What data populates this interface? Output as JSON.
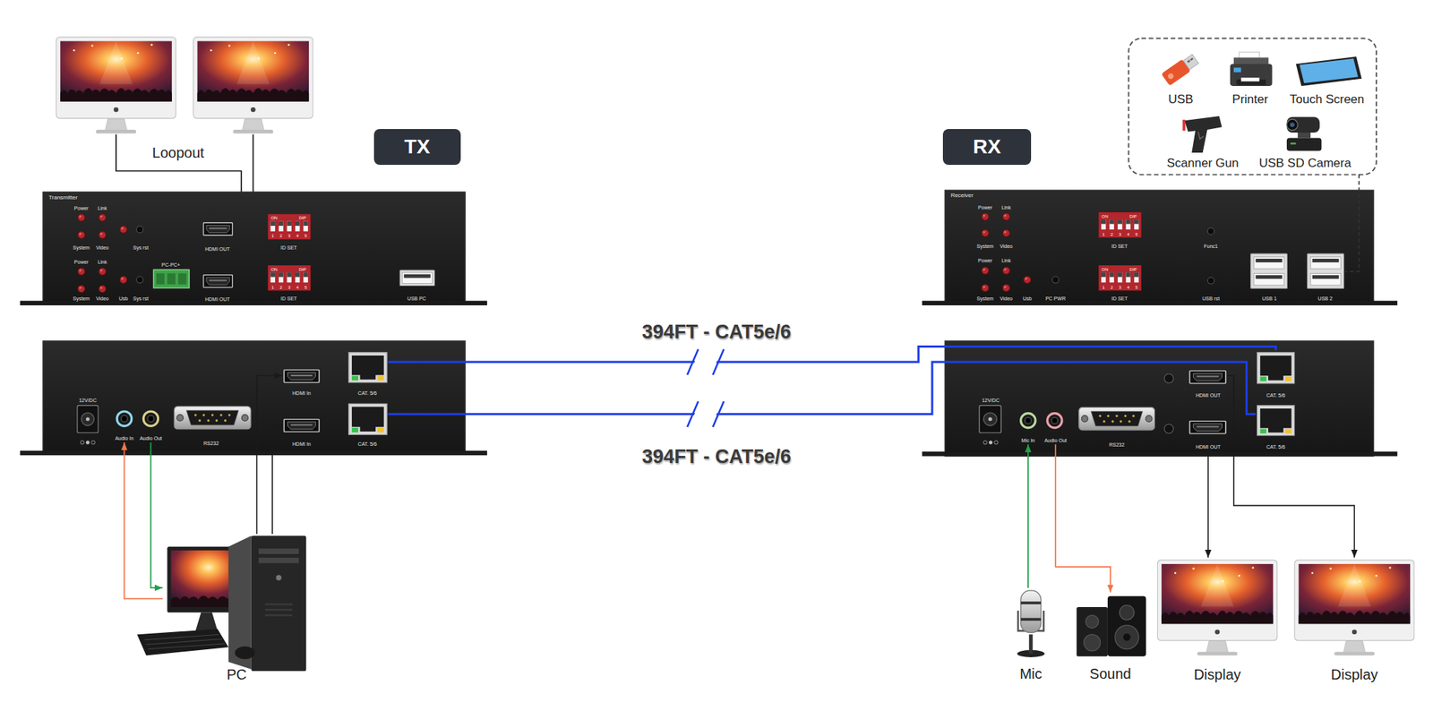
{
  "diagram": {
    "nodes": [
      {
        "text": [
          "TX"
        ]
      },
      {
        "text": [
          "RX"
        ]
      },
      {
        "text": [
          "USB"
        ]
      },
      {
        "text": [
          "Printer"
        ]
      },
      {
        "text": [
          "Touch Screen"
        ]
      },
      {
        "text": [
          "Scanner Gun"
        ]
      },
      {
        "text": [
          "USB SD Camera"
        ]
      },
      {
        "text": [
          "Transmitter"
        ]
      },
      {
        "text": [
          "HDMI OUT"
        ],
        "in": 7
      },
      {
        "text": [
          "HDMI OUT"
        ],
        "in": 7
      },
      {
        "text": [
          "Receiver"
        ]
      },
      {
        "text": [
          "Audio In"
        ]
      },
      {
        "text": [
          "Audio Out"
        ]
      },
      {
        "text": [
          "HDMI In"
        ]
      },
      {
        "text": [
          "HDMI In"
        ]
      },
      {
        "text": [
          "CAT. 5/6"
        ]
      },
      {
        "text": [
          "CAT. 5/6"
        ]
      },
      {
        "text": [
          "Mic In"
        ]
      },
      {
        "text": [
          "Audio Out"
        ]
      },
      {
        "text": [
          "HDMI OUT"
        ]
      },
      {
        "text": [
          "HDMI OUT"
        ]
      },
      {
        "text": [
          "CAT. 5/6"
        ]
      },
      {
        "text": [
          "CAT. 5/6"
        ]
      },
      {
        "text": [
          "PC"
        ]
      },
      {
        "text": [
          "Mic"
        ]
      },
      {
        "text": [
          "Sound"
        ]
      },
      {
        "text": [
          "Display"
        ]
      },
      {
        "text": [
          "Display"
        ]
      }
    ],
    "edges": [
      {
        "from": 23,
        "to": 11,
        "arrow": "to"
      },
      {
        "from": 12,
        "to": 23,
        "arrow": "to"
      },
      {
        "from": 23,
        "to": 13,
        "arrow": "to"
      },
      {
        "from": 23,
        "to": 14,
        "arrow": "to"
      },
      {
        "from": 15,
        "to": 21,
        "arrow": "none",
        "label": "394FT - CAT5e/6"
      },
      {
        "from": 16,
        "to": 22,
        "arrow": "none",
        "label": "394FT - CAT5e/6"
      },
      {
        "from": 24,
        "to": 17,
        "arrow": "to"
      },
      {
        "from": 18,
        "to": 25,
        "arrow": "to"
      },
      {
        "from": 19,
        "to": 27,
        "arrow": "to"
      },
      {
        "from": 20,
        "to": 26,
        "arrow": "to"
      }
    ],
    "labels": [
      "Loopout",
      "Power",
      "Link",
      "System",
      "Video",
      "Sys rst",
      "ON",
      "DIP",
      "1",
      "2",
      "3",
      "4",
      "5",
      "ID SET",
      "Power",
      "Link",
      "System",
      "Video",
      "Usb",
      "Sys rst",
      "PC-PC+",
      "ON",
      "DIP",
      "1",
      "2",
      "3",
      "4",
      "5",
      "ID SET",
      "USB PC",
      "12V/DC",
      "RS232",
      "Power",
      "Link",
      "System",
      "Video",
      "ON",
      "DIP",
      "1",
      "2",
      "3",
      "4",
      "5",
      "ID SET",
      "Func1",
      "Power",
      "Link",
      "System",
      "Video",
      "Usb",
      "PC PWR",
      "ON",
      "DIP",
      "1",
      "2",
      "3",
      "4",
      "5",
      "ID SET",
      "USB rst",
      "USB 1",
      "USB 2",
      "12V/DC",
      "RS232"
    ]
  }
}
